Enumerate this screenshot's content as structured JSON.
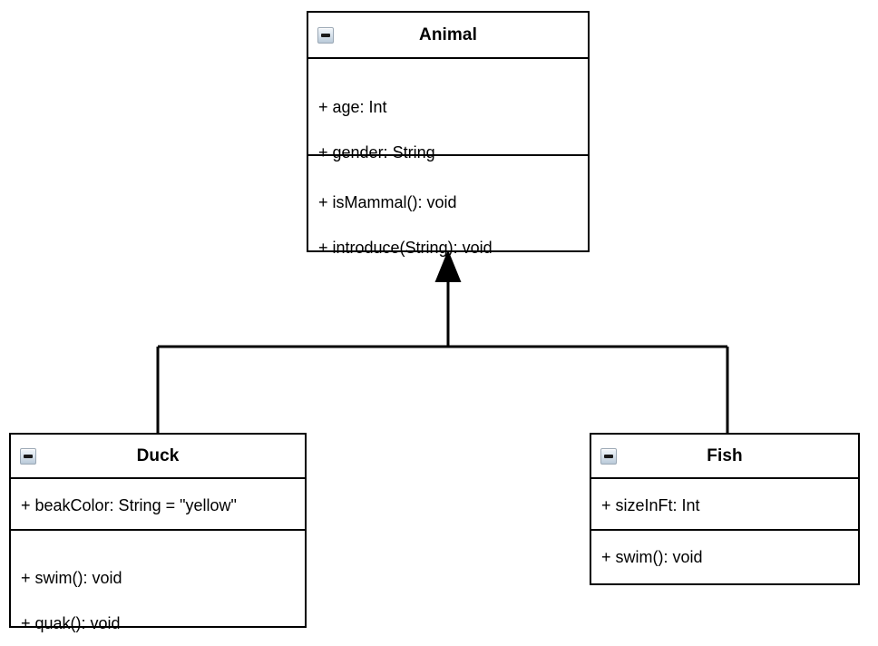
{
  "diagram": {
    "type": "uml-class-diagram",
    "title": "Animal class hierarchy",
    "background_color": "#ffffff",
    "line_color": "#000000",
    "relationship": "generalization"
  },
  "icons": {
    "collapse": "collapse-minus-icon"
  },
  "classes": {
    "animal": {
      "name": "Animal",
      "attributes": [
        "+ age: Int",
        "+ gender: String"
      ],
      "methods": [
        "+ isMammal(): void",
        "+ introduce(String): void"
      ]
    },
    "duck": {
      "name": "Duck",
      "attributes": [
        "+ beakColor: String = \"yellow\""
      ],
      "methods": [
        "+ swim(): void",
        "+ quak(): void"
      ]
    },
    "fish": {
      "name": "Fish",
      "attributes": [
        "+ sizeInFt: Int"
      ],
      "methods": [
        "+ swim(): void"
      ]
    }
  }
}
